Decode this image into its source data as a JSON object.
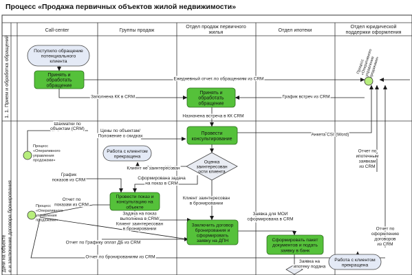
{
  "title": "Процесс «Продажа первичных объектов жилой недвижимости»",
  "lanes": {
    "row1": "1. 1. Прием и обработка обращений",
    "row2": "дачи на объекте\nе и заключение договора бронирования"
  },
  "columns": [
    "Call-center",
    "Группы продаж",
    "Отдел продаж первичного\nжилья",
    "Отдел ипотеки",
    "Отдел юридической\nподдержки оформления"
  ],
  "nodes": {
    "start": "Поступило обращение\nпотенциального\nклиента",
    "accept_cc": "Принять и\nобработать\nобращение",
    "accept_sales": "Принять и\nобработать\nобращение",
    "consult": "Провести\nконсультирование",
    "rejected1": "Работа с клиентом\nпрекращена",
    "evaluate": "Оценка\nзаинтересован\nости клиента",
    "show": "Провести показ и\nконсультацию на\nобъекте",
    "contract": "Заключить договор\nбронирования и\nсформировать\nзаявку на ДПН",
    "bank": "Сформировать пакет\nдокументов и подать\nзаявку в банк",
    "rejected2": "Работа с клиентом\nпрекращена",
    "sub_jur": "Процесс\n«Оперативного\nуправления\nпродажами»",
    "sub_cc1": "Процесс\n«Оперативного\nуправления\nпродажами»",
    "sub_cc2": "Процесс\n«Оперативного\nуправления\nпродажами»"
  },
  "labels": {
    "daily_report": "Ежедневный отчет по обращениям из CRM",
    "kk_filled": "Заполнена КК в CRM",
    "meetings": "График встреч из CRM",
    "meeting_set": "Назначена встреча в КК CRM",
    "chess": "Шахматки по\nобъектам (CRM)",
    "prices": "Цены по объектам/\nПоложение о скидках",
    "csi": "Анкета CSI (Word)",
    "not_interested": "Клиент не заинтересован",
    "task_formed": "Сформирована задача\nна показ в CRM",
    "show_schedule": "График\nпоказов из CRM",
    "show_report": "Отчет по\nпоказам из CRM",
    "task_done": "Задача на показ\nвыполнена в CRM/\nКлиент заинтересован\nв бронировании",
    "interested": "Клиент заинтересован\nв бронировании",
    "mortgage_app": "Заявка для МОИ\nсформирована в CRM",
    "mortgage_report": "Отчет по\nипотечным\nзаявкам\nиз CRM",
    "payment_report": "Отчет по Графику оплат ДБ из CRM",
    "booking_report": "Отчет по бронированиям из CRM",
    "registration_report": "Отчет по\nоформлению\nдоговоров\nиз CRM",
    "mortgage_request": "Заявка на\nипотеку подана"
  }
}
